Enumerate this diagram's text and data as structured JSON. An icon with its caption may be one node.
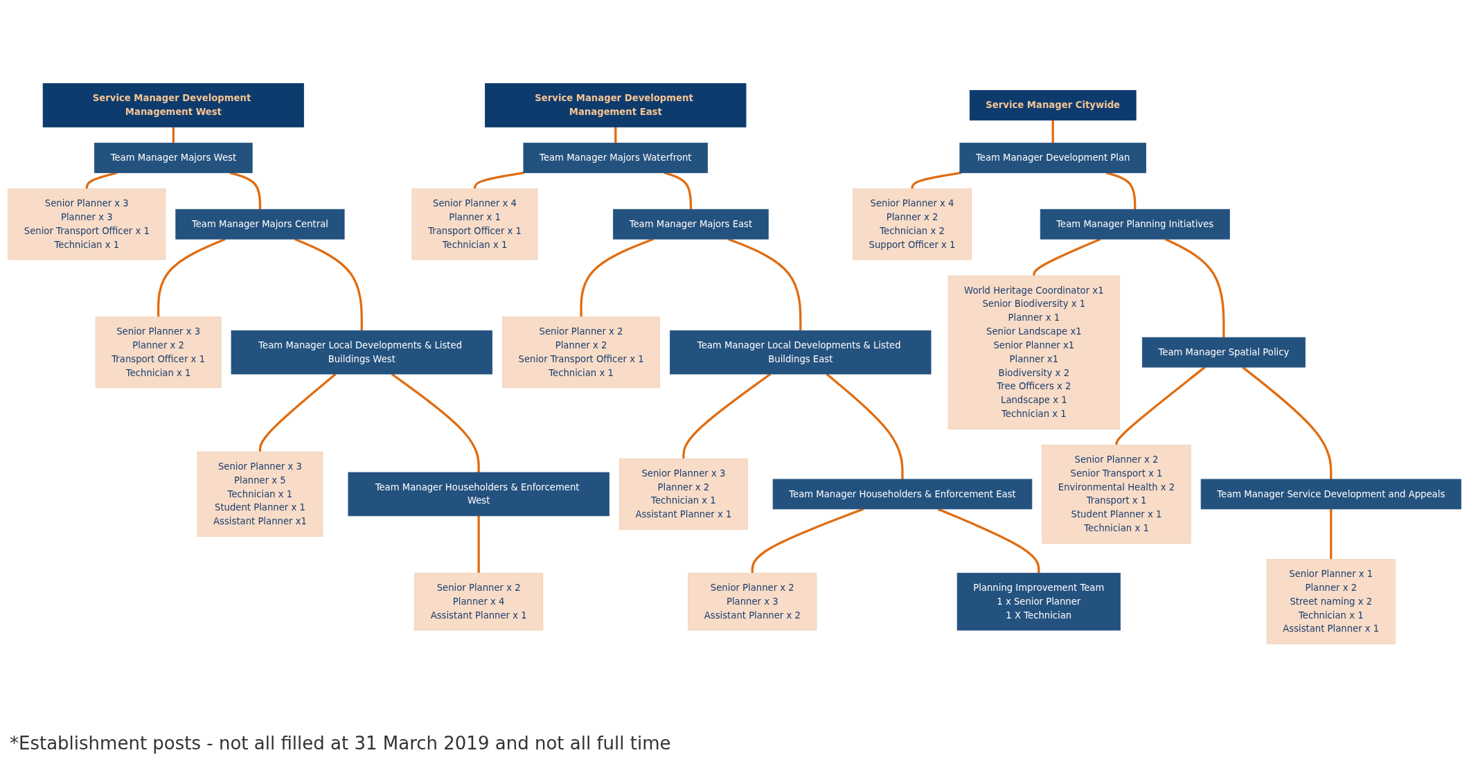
{
  "diagram": {
    "nodes": [
      {
        "text": [
          "Service Manager Development Management West"
        ]
      },
      {
        "text": [
          "Team Manager Majors West"
        ]
      },
      {
        "text": [
          "Senior Planner x 3",
          "Planner x 3",
          "Senior Transport Officer x 1",
          "Technician x 1"
        ]
      },
      {
        "text": [
          "Team Manager Majors Central"
        ]
      },
      {
        "text": [
          "Senior Planner x 3",
          "Planner x 2",
          "Transport Officer x 1",
          "Technician x 1"
        ]
      },
      {
        "text": [
          "Team Manager Local Developments & Listed Buildings West"
        ]
      },
      {
        "text": [
          "Senior Planner x 3",
          "Planner x 5",
          "Technician x 1",
          "Student Planner x 1",
          "Assistant Planner x1"
        ]
      },
      {
        "text": [
          "Team Manager Householders & Enforcement West"
        ]
      },
      {
        "text": [
          "Senior Planner x 2",
          "Planner x 4",
          "Assistant Planner x 1"
        ]
      },
      {
        "text": [
          "Service Manager Development Management East"
        ]
      },
      {
        "text": [
          "Team Manager Majors Waterfront"
        ]
      },
      {
        "text": [
          "Senior Planner x 4",
          "Planner x 1",
          "Transport Officer x 1",
          "Technician x 1"
        ]
      },
      {
        "text": [
          "Team Manager Majors East"
        ]
      },
      {
        "text": [
          "Senior Planner x 2",
          "Planner x 2",
          "Senior Transport Officer x 1",
          "Technician x 1"
        ]
      },
      {
        "text": [
          "Team Manager Local Developments & Listed Buildings East"
        ]
      },
      {
        "text": [
          "Senior Planner x 3",
          "Planner x 2",
          "Technician x 1",
          "Assistant Planner x 1"
        ]
      },
      {
        "text": [
          "Team Manager Householders & Enforcement East"
        ]
      },
      {
        "text": [
          "Senior Planner x 2",
          "Planner x 3",
          "Assistant Planner x 2"
        ]
      },
      {
        "text": [
          "Planning Improvement Team",
          "1 x Senior Planner",
          "1 X Technician"
        ]
      },
      {
        "text": [
          "Service Manager Citywide"
        ]
      },
      {
        "text": [
          "Team Manager Development Plan"
        ]
      },
      {
        "text": [
          "Senior Planner x 4",
          "Planner x 2",
          "Technician x 2",
          "Support Officer x 1"
        ]
      },
      {
        "text": [
          "Team Manager Planning Initiatives"
        ]
      },
      {
        "text": [
          "World Heritage Coordinator x1",
          "Senior Biodiversity x 1",
          "Planner x 1",
          "Senior Landscape x1",
          "Senior Planner x1",
          "Planner x1",
          "Biodiversity x 2",
          "Tree Officers x 2",
          "Landscape x 1",
          "Technician x 1"
        ]
      },
      {
        "text": [
          "Team Manager Spatial Policy"
        ]
      },
      {
        "text": [
          "Senior Planner x 2",
          "Senior Transport x 1",
          "Environmental Health x 2",
          "Transport x 1",
          "Student Planner x 1",
          "Technician x 1"
        ]
      },
      {
        "text": [
          "Team Manager Service Development and Appeals"
        ]
      },
      {
        "text": [
          "Senior Planner x 1",
          "Planner x 2",
          "Street naming x 2",
          "Technician x 1",
          "Assistant Planner x 1"
        ]
      }
    ],
    "edges": [
      {
        "from": 0,
        "to": 1,
        "arrow": "none"
      },
      {
        "from": 1,
        "to": 2,
        "arrow": "none"
      },
      {
        "from": 1,
        "to": 3,
        "arrow": "none"
      },
      {
        "from": 3,
        "to": 4,
        "arrow": "none"
      },
      {
        "from": 3,
        "to": 5,
        "arrow": "none"
      },
      {
        "from": 5,
        "to": 6,
        "arrow": "none"
      },
      {
        "from": 5,
        "to": 7,
        "arrow": "none"
      },
      {
        "from": 7,
        "to": 8,
        "arrow": "none"
      },
      {
        "from": 9,
        "to": 10,
        "arrow": "none"
      },
      {
        "from": 10,
        "to": 11,
        "arrow": "none"
      },
      {
        "from": 10,
        "to": 12,
        "arrow": "none"
      },
      {
        "from": 12,
        "to": 13,
        "arrow": "none"
      },
      {
        "from": 12,
        "to": 14,
        "arrow": "none"
      },
      {
        "from": 14,
        "to": 15,
        "arrow": "none"
      },
      {
        "from": 14,
        "to": 16,
        "arrow": "none"
      },
      {
        "from": 16,
        "to": 17,
        "arrow": "none"
      },
      {
        "from": 16,
        "to": 18,
        "arrow": "none"
      },
      {
        "from": 19,
        "to": 20,
        "arrow": "none"
      },
      {
        "from": 20,
        "to": 21,
        "arrow": "none"
      },
      {
        "from": 20,
        "to": 22,
        "arrow": "none"
      },
      {
        "from": 22,
        "to": 23,
        "arrow": "none"
      },
      {
        "from": 22,
        "to": 24,
        "arrow": "none"
      },
      {
        "from": 24,
        "to": 25,
        "arrow": "none"
      },
      {
        "from": 24,
        "to": 26,
        "arrow": "none"
      },
      {
        "from": 26,
        "to": 27,
        "arrow": "none"
      }
    ],
    "labels": [
      "*Establishment posts - not all filled at 31 March 2019 and not all full time"
    ]
  }
}
